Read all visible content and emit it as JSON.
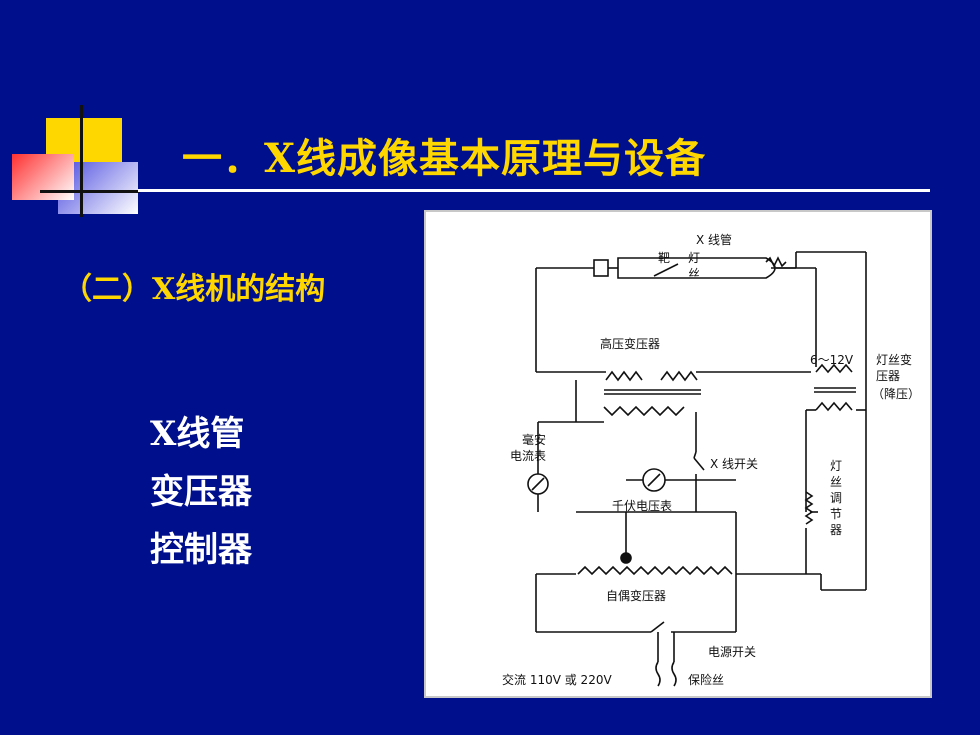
{
  "title": "一．X线成像基本原理与设备",
  "subtitle": "（二）X线机的结构",
  "items": [
    "X线管",
    "变压器",
    "控制器"
  ],
  "diagram": {
    "xray_tube": "X 线管",
    "target": "靶",
    "filament_a": "灯",
    "filament_b": "丝",
    "hv_transformer": "高压变压器",
    "voltage_range": "6～12V",
    "filament_transformer_1": "灯丝变",
    "filament_transformer_2": "压器",
    "filament_transformer_3": "（降压）",
    "milliammeter_1": "毫安",
    "milliammeter_2": "电流表",
    "xray_switch": "X 线开关",
    "kilovoltmeter": "千伏电压表",
    "filament_regulator": [
      "灯",
      "丝",
      "调",
      "节",
      "器"
    ],
    "autotransformer": "自偶变压器",
    "power_switch": "电源开关",
    "ac_supply": "交流 110V 或 220V",
    "fuse": "保险丝"
  }
}
